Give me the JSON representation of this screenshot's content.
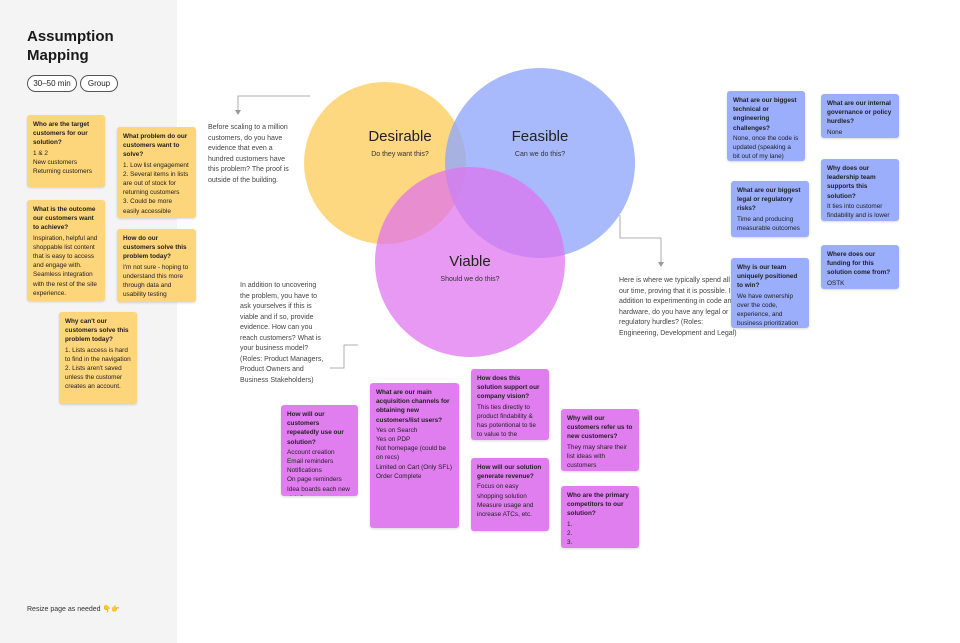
{
  "title": "Assumption Mapping",
  "pills": [
    "30–50 min",
    "Group"
  ],
  "footer": "Resize page as needed 👇👉",
  "colors": {
    "yellow": "#fdd57a",
    "blue": "#9aaefc",
    "pink": "#e07ef0",
    "desirable_circle": "#fdd36f",
    "feasible_circle": "#8fa6fb",
    "viable_circle": "#df71ee"
  },
  "venn": {
    "desirable": {
      "title": "Desirable",
      "sub": "Do they want this?"
    },
    "feasible": {
      "title": "Feasible",
      "sub": "Can we do this?"
    },
    "viable": {
      "title": "Viable",
      "sub": "Should we do this?"
    }
  },
  "annotations": {
    "desirable": "Before scaling to a million customers, do you have evidence that even a hundred customers have this problem? The proof is outside of the building.",
    "viable": "In addition to uncovering the problem, you have to ask yourselves if this is viable and if so, provide evidence. How can you reach customers? What is your business model? (Roles: Product Managers, Product Owners and Business Stakeholders)",
    "feasible": "Here is where we typically spend all of our time, proving that it is possible. In addition to experimenting in code and hardware, do you have any legal or regulatory hurdles? (Roles: Engineering, Development and Legal)"
  },
  "notes": {
    "y1": {
      "q": "Who are the target customers for our solution?",
      "a": "1 & 2\nNew customers\nReturning customers"
    },
    "y2": {
      "q": "What is the outcome our customers want to achieve?",
      "a": "Inspiration, helpful and shoppable list content that is easy to access and engage with. Seamless integration with the rest of the site experience."
    },
    "y3": {
      "q": "Why can't our customers solve this problem today?",
      "a": "1. Lists access is hard to find in the navigation\n2. Lists aren't saved unless the customer creates an account."
    },
    "y4": {
      "q": "What problem do our customers want to solve?",
      "a": "1. Low list engagement\n2. Several items in lists are out of stock for returning customers\n3. Could be more easily accessible"
    },
    "y5": {
      "q": "How do our customers solve this problem today?",
      "a": "I'm not sure - hoping to understand this more through data and usability testing"
    },
    "b1": {
      "q": "What are our biggest technical or engineering challenges?",
      "a": "None, once the code is updated (speaking a bit out of my lane)"
    },
    "b2": {
      "q": "What are our biggest legal or regulatory risks?",
      "a": "Time and producing measurable outcomes"
    },
    "b3": {
      "q": "Why is our team uniquely positioned to win?",
      "a": "We have ownership over the code, experience, and business prioritization"
    },
    "b4": {
      "q": "What are our internal governance or policy hurdles?",
      "a": "None"
    },
    "b5": {
      "q": "Why does our leadership team supports this solution?",
      "a": "It ties into customer findability and is lower risk, than say checkout."
    },
    "b6": {
      "q": "Where does our funding for this solution come from?",
      "a": "OSTK"
    },
    "p1": {
      "q": "How will our customers repeatedly use our solution?",
      "a": "Account creation\nEmail reminders\nNotifications\nOn page reminders\nIdea boards each new visit ?"
    },
    "p2": {
      "q": "What are our main acquisition channels for obtaining new customers/list users?",
      "a": "Yes on Search\nYes on PDP\nNot homepage (could be on recs)\nLimited on Cart (Only SFL)\nOrder Complete"
    },
    "p3": {
      "q": "How does this solution support our company vision?",
      "a": "This ties directly to product findability & has potentional to tie to value to the customer"
    },
    "p4": {
      "q": "How will our solution generate revenue?",
      "a": "Focus on easy shopping solution\nMeasure usage and increase ATCs, etc."
    },
    "p5": {
      "q": "Why will our customers refer us to new customers?",
      "a": "They may share their list ideas with customers"
    },
    "p6": {
      "q": "Who are the primary competitors to our solution?",
      "a": "1.\n2.\n3."
    }
  }
}
